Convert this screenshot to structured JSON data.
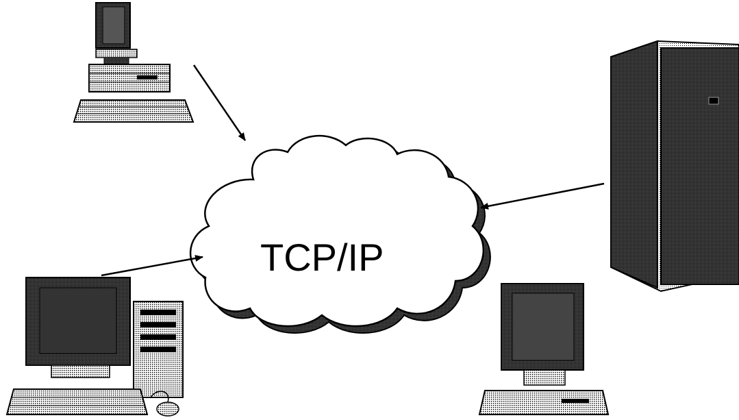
{
  "diagram": {
    "cloud": {
      "label": "TCP/IP"
    },
    "nodes": [
      {
        "id": "desktop-top",
        "kind": "desktop-workstation"
      },
      {
        "id": "tower-server",
        "kind": "tower-server"
      },
      {
        "id": "desktop-bottom-left",
        "kind": "desktop-with-tower"
      },
      {
        "id": "monitor-bottom-right",
        "kind": "monitor-workstation"
      }
    ],
    "connections": [
      {
        "from": "desktop-top",
        "to": "cloud"
      },
      {
        "from": "tower-server",
        "to": "cloud"
      },
      {
        "from": "desktop-bottom-left",
        "to": "cloud"
      }
    ]
  },
  "colors": {
    "line": "#000000",
    "cloud_fill": "#ffffff",
    "device_dark": "#2b2b2b",
    "device_mid": "#6e6e6e",
    "device_light": "#bdbdbd"
  }
}
